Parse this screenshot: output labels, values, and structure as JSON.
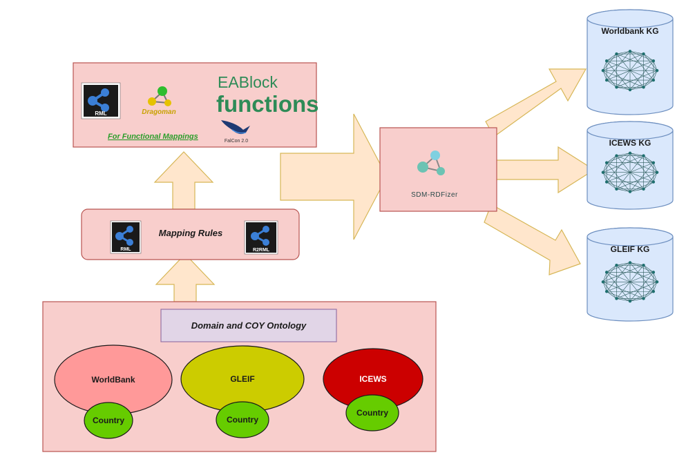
{
  "functions_box": {
    "rml_label": "RML",
    "dragoman_label": "Dragoman",
    "eablock_title": "EABlock",
    "eablock_subtitle": "functions",
    "functional_mappings_label": "For Functional Mappings",
    "falcon_label": "FalCon 2.0"
  },
  "mapping_rules_box": {
    "title": "Mapping Rules",
    "rml_label": "RML",
    "r2rml_label": "R2RML"
  },
  "sources_box": {
    "ontology_label": "Domain and COY Ontology",
    "sources": [
      {
        "name": "WorldBank",
        "child": "Country"
      },
      {
        "name": "GLEIF",
        "child": "Country"
      },
      {
        "name": "ICEWS",
        "child": "Country"
      }
    ]
  },
  "engine": {
    "label": "SDM-RDFizer"
  },
  "knowledge_graphs": [
    {
      "label": "Worldbank KG"
    },
    {
      "label": "ICEWS KG"
    },
    {
      "label": "GLEIF KG"
    }
  ],
  "colors": {
    "box_fill": "#f8cecc",
    "box_stroke": "#b85450",
    "arrow_fill": "#ffe6cc",
    "arrow_stroke": "#d6b656",
    "ontology_fill": "#e1d5e7",
    "ontology_stroke": "#9673a6",
    "worldbank_fill": "#ff9999",
    "gleif_fill": "#cccc00",
    "icews_fill": "#cc0000",
    "country_fill": "#66cc00",
    "kg_fill": "#dae8fc",
    "kg_stroke": "#6c8ebf",
    "eablock_color": "#2e8b57",
    "functional_mappings_color": "#2a9d2a",
    "dragoman_color": "#c8a200"
  }
}
